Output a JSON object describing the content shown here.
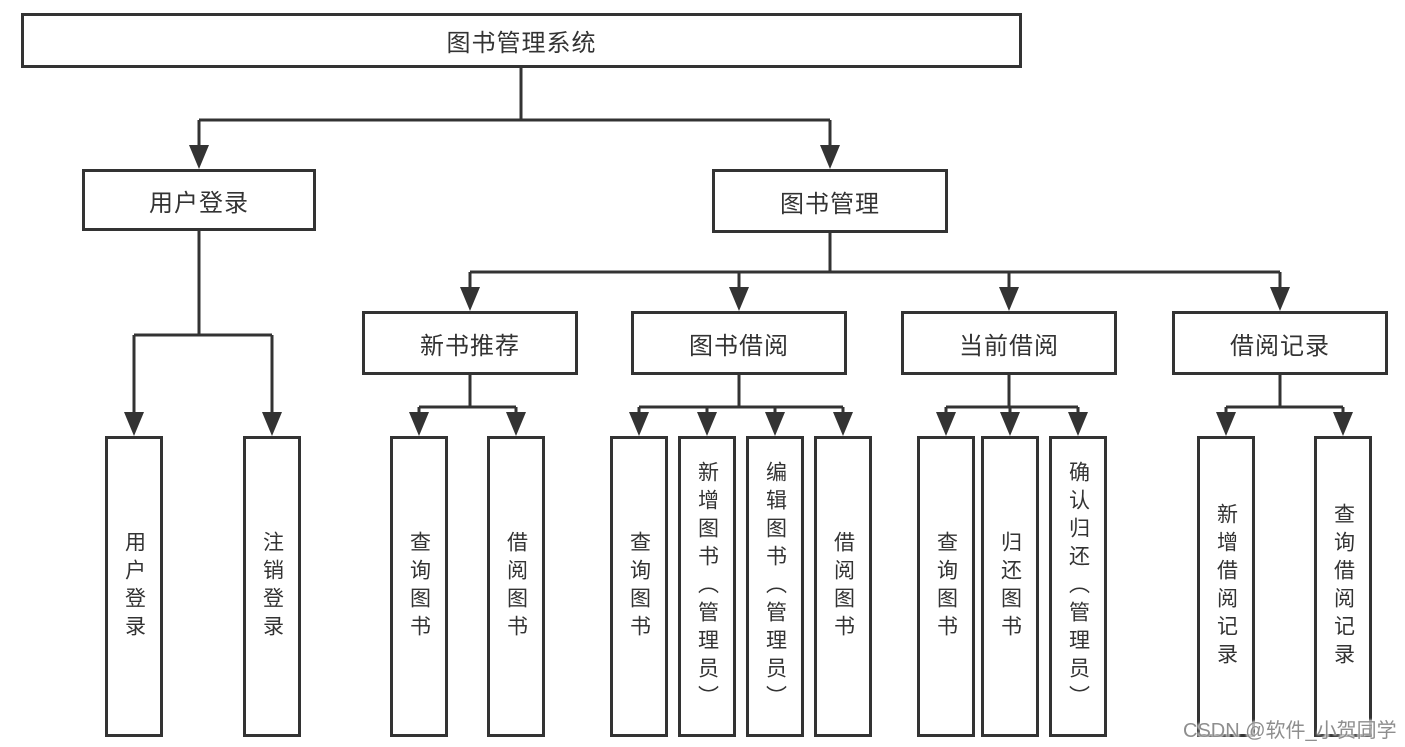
{
  "diagram": {
    "tree": {
      "label": "图书管理系统",
      "children": [
        {
          "label": "用户登录",
          "children": [
            {
              "label": "用户登录"
            },
            {
              "label": "注销登录"
            }
          ]
        },
        {
          "label": "图书管理",
          "children": [
            {
              "label": "新书推荐",
              "children": [
                {
                  "label": "查询图书"
                },
                {
                  "label": "借阅图书"
                }
              ]
            },
            {
              "label": "图书借阅",
              "children": [
                {
                  "label": "查询图书"
                },
                {
                  "label": "新增图书（管理员）"
                },
                {
                  "label": "编辑图书（管理员）"
                },
                {
                  "label": "借阅图书"
                }
              ]
            },
            {
              "label": "当前借阅",
              "children": [
                {
                  "label": "查询图书"
                },
                {
                  "label": "归还图书"
                },
                {
                  "label": "确认归还（管理员）"
                }
              ]
            },
            {
              "label": "借阅记录",
              "children": [
                {
                  "label": "新增借阅记录"
                },
                {
                  "label": "查询借阅记录"
                }
              ]
            }
          ]
        }
      ]
    },
    "colors": {
      "line": "#333333",
      "box_border": "#333333",
      "text": "#333333",
      "watermark_text": "#8e8e8e",
      "background": "#ffffff"
    }
  },
  "watermark": {
    "text": "CSDN @软件_小贺同学"
  }
}
